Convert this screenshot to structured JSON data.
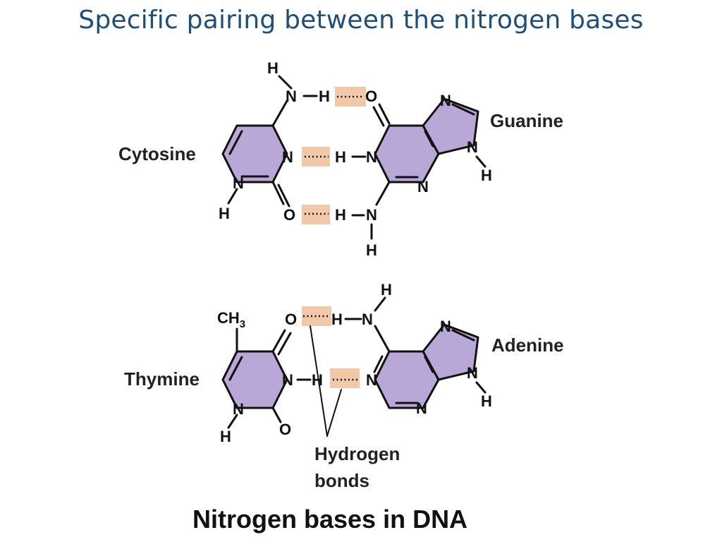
{
  "slide": {
    "title": "Specific pairing between the nitrogen bases",
    "caption": "Nitrogen bases in DNA"
  },
  "molecules": {
    "cytosine": "Cytosine",
    "guanine": "Guanine",
    "thymine": "Thymine",
    "adenine": "Adenine"
  },
  "annotation": {
    "line1": "Hydrogen",
    "line2": "bonds"
  },
  "atoms": {
    "H": "H",
    "N": "N",
    "O": "O",
    "CH": "CH",
    "three": "3"
  },
  "colors": {
    "title": "#1f4e79",
    "ring_fill": "#b9a7d8",
    "hydrogen_bond_highlight": "#f2c9a8"
  }
}
